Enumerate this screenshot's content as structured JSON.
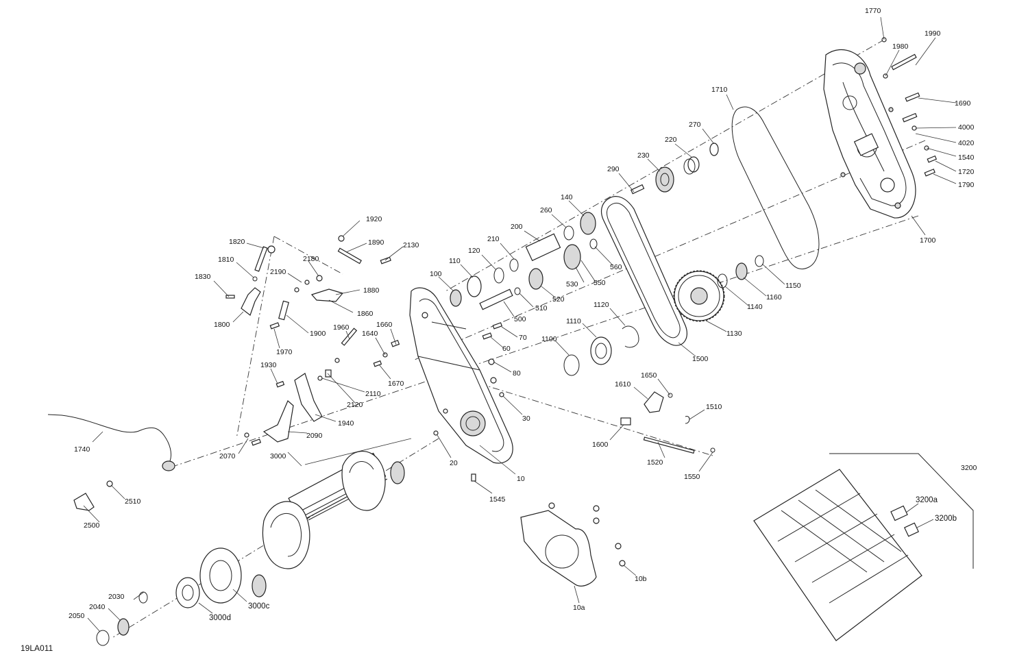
{
  "drawing_id": "19LA011",
  "callouts": [
    {
      "label": "1770"
    },
    {
      "label": "1990"
    },
    {
      "label": "1980"
    },
    {
      "label": "1690"
    },
    {
      "label": "4000"
    },
    {
      "label": "4020"
    },
    {
      "label": "1540"
    },
    {
      "label": "1720"
    },
    {
      "label": "1790"
    },
    {
      "label": "1700"
    },
    {
      "label": "1710"
    },
    {
      "label": "270"
    },
    {
      "label": "220"
    },
    {
      "label": "230"
    },
    {
      "label": "290"
    },
    {
      "label": "140"
    },
    {
      "label": "260"
    },
    {
      "label": "200"
    },
    {
      "label": "210"
    },
    {
      "label": "120"
    },
    {
      "label": "110"
    },
    {
      "label": "100"
    },
    {
      "label": "530"
    },
    {
      "label": "550"
    },
    {
      "label": "560"
    },
    {
      "label": "520"
    },
    {
      "label": "510"
    },
    {
      "label": "500"
    },
    {
      "label": "1150"
    },
    {
      "label": "1160"
    },
    {
      "label": "1140"
    },
    {
      "label": "1130"
    },
    {
      "label": "1120"
    },
    {
      "label": "1110"
    },
    {
      "label": "1100"
    },
    {
      "label": "1500"
    },
    {
      "label": "1920"
    },
    {
      "label": "1820"
    },
    {
      "label": "1890"
    },
    {
      "label": "2130"
    },
    {
      "label": "1810"
    },
    {
      "label": "2180"
    },
    {
      "label": "2190"
    },
    {
      "label": "1830"
    },
    {
      "label": "1880"
    },
    {
      "label": "1860"
    },
    {
      "label": "1800"
    },
    {
      "label": "1900"
    },
    {
      "label": "1970"
    },
    {
      "label": "1960"
    },
    {
      "label": "1660"
    },
    {
      "label": "1640"
    },
    {
      "label": "70"
    },
    {
      "label": "60"
    },
    {
      "label": "80"
    },
    {
      "label": "1930"
    },
    {
      "label": "2120"
    },
    {
      "label": "2110"
    },
    {
      "label": "1670"
    },
    {
      "label": "1940"
    },
    {
      "label": "2090"
    },
    {
      "label": "2070"
    },
    {
      "label": "1740"
    },
    {
      "label": "3000"
    },
    {
      "label": "30"
    },
    {
      "label": "20"
    },
    {
      "label": "10"
    },
    {
      "label": "1545"
    },
    {
      "label": "1650"
    },
    {
      "label": "1610"
    },
    {
      "label": "1510"
    },
    {
      "label": "1600"
    },
    {
      "label": "1520"
    },
    {
      "label": "1550"
    },
    {
      "label": "2510"
    },
    {
      "label": "2500"
    },
    {
      "label": "3200"
    },
    {
      "label": "3200a"
    },
    {
      "label": "3200b"
    },
    {
      "label": "10b"
    },
    {
      "label": "10a"
    },
    {
      "label": "2030"
    },
    {
      "label": "2040"
    },
    {
      "label": "2050"
    },
    {
      "label": "3000c"
    },
    {
      "label": "3000d"
    }
  ]
}
